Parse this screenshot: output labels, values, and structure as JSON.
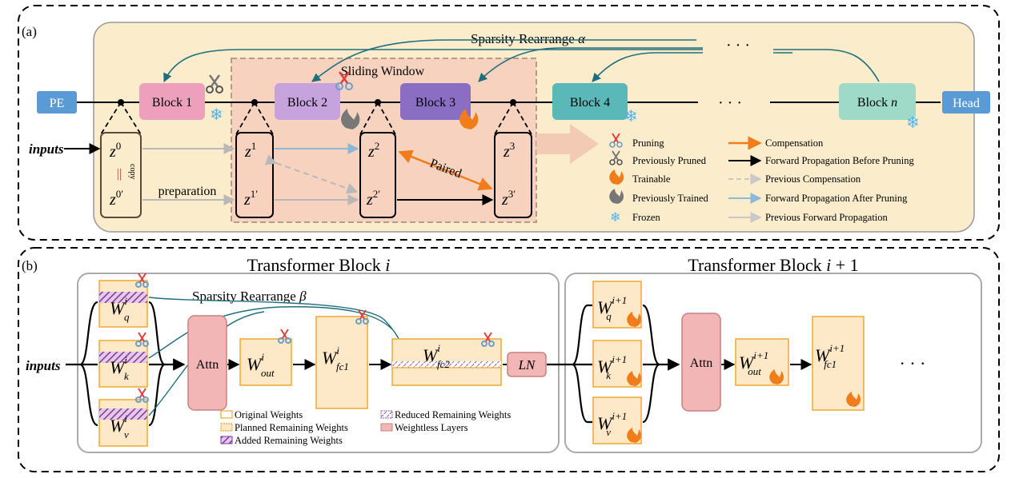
{
  "panel_a": {
    "label": "(a)",
    "blocks": {
      "pe": "PE",
      "block1": "Block 1",
      "block2": "Block 2",
      "block3": "Block 3",
      "block4": "Block 4",
      "blockn_prefix": "Block ",
      "blockn_var": "n",
      "head": "Head"
    },
    "sparsity_label": "Sparsity Rearrange ",
    "sparsity_symbol": "α",
    "sliding_window": "Sliding Window",
    "ellipsis": "· · ·",
    "inputs": "inputs",
    "preparation": "preparation",
    "copy": "copy",
    "paired": "Paired",
    "z_base": "z",
    "z_sup": [
      "0",
      "0′",
      "1",
      "1′",
      "2",
      "2′",
      "3",
      "3′"
    ],
    "legend_left": [
      "Pruning",
      "Previously Pruned",
      "Trainable",
      "Previously Trained",
      "Frozen"
    ],
    "legend_right": [
      "Compensation",
      "Forward Propagation Before Pruning",
      "Previous Compensation",
      "Forward Propagation After Pruning",
      "Previous Forward Propagation"
    ]
  },
  "panel_b": {
    "label": "(b)",
    "title_i_prefix": "Transformer Block ",
    "title_i_var": "i",
    "title_i1_var": "i",
    "title_i1_suffix": " + 1",
    "sparsity_label": "Sparsity Rearrange ",
    "sparsity_symbol": "β",
    "inputs": "inputs",
    "attn": "Attn",
    "ln": "LN",
    "ellipsis": "· · ·",
    "w": "W",
    "sub": {
      "q": "q",
      "k": "k",
      "v": "v",
      "out": "out",
      "fc1": "fc1",
      "fc2": "fc2"
    },
    "sup_i": "i",
    "sup_i1": "i+1",
    "legend": [
      "Original Weights",
      "Planned Remaining Weights",
      "Added Remaining Weights",
      "Reduced Remaining Weights",
      "Weightless Layers"
    ]
  },
  "colors": {
    "panel_a_bg": "#fbeccb",
    "window_bg": "#f7d3bf",
    "pe": "#5b9bd5",
    "block1": "#ee9fbc",
    "block2": "#c6a3dc",
    "block3": "#8a6ec3",
    "block4": "#5ab8b8",
    "blockn": "#9fd9c7",
    "weight_fill": "#fde8c8",
    "weight_border": "#f0a830",
    "attn": "#f2b6b6",
    "compensation": "#f07d1a",
    "after_pruning": "#8cb8d8",
    "previous": "#b8b8b8",
    "sparsity_arrow": "#1f6e7e",
    "hatch": "#7a3a9a"
  }
}
